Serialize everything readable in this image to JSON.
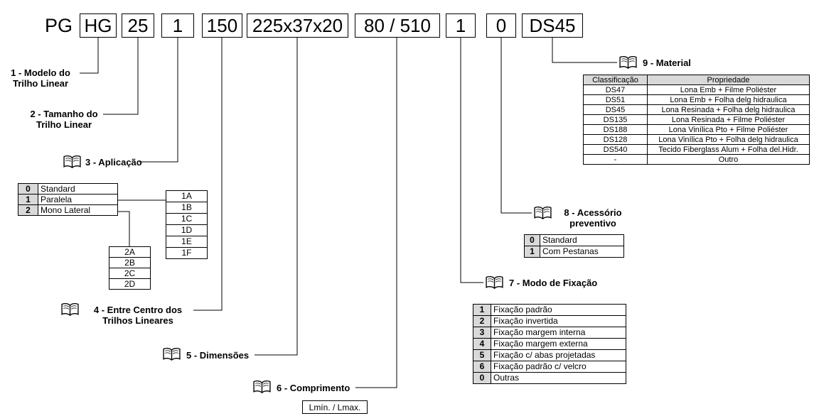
{
  "code": {
    "prefix": "PG",
    "segments": [
      "HG",
      "25",
      "1",
      "150",
      "225x37x20",
      "80 / 510",
      "1",
      "0",
      "DS45"
    ]
  },
  "labels": {
    "modelo": {
      "line1": "1 - Modelo do",
      "line2": "Trilho Linear"
    },
    "tamanho": {
      "line1": "2 - Tamanho do",
      "line2": "Trilho Linear"
    },
    "aplicacao": "3 - Aplicação",
    "entre_centro": {
      "line1": "4 - Entre Centro dos",
      "line2": "Trilhos Lineares"
    },
    "dimensoes": "5 - Dimensões",
    "comprimento": "6 - Comprimento",
    "modo_fixacao": "7 - Modo de Fixação",
    "acessorio": {
      "line1": "8 - Acessório",
      "line2": "preventivo"
    },
    "material": "9 - Material"
  },
  "tables": {
    "aplicacao": [
      {
        "code": "0",
        "label": "Standard"
      },
      {
        "code": "1",
        "label": "Paralela"
      },
      {
        "code": "2",
        "label": "Mono Lateral"
      }
    ],
    "paralela_options": [
      "1A",
      "1B",
      "1C",
      "1D",
      "1E",
      "1F"
    ],
    "mono_lateral_options": [
      "2A",
      "2B",
      "2C",
      "2D"
    ],
    "acessorio": [
      {
        "code": "0",
        "label": "Standard"
      },
      {
        "code": "1",
        "label": "Com Pestanas"
      }
    ],
    "fixacao": [
      {
        "code": "1",
        "label": "Fixação padrão"
      },
      {
        "code": "2",
        "label": "Fixação invertida"
      },
      {
        "code": "3",
        "label": "Fixação margem interna"
      },
      {
        "code": "4",
        "label": "Fixação margem externa"
      },
      {
        "code": "5",
        "label": "Fixação c/ abas projetadas"
      },
      {
        "code": "6",
        "label": "Fixação padrão c/ velcro"
      },
      {
        "code": "0",
        "label": "Outras"
      }
    ],
    "material": {
      "headers": [
        "Classificação",
        "Propriedade"
      ],
      "rows": [
        [
          "DS47",
          "Lona Emb + Filme Poliéster"
        ],
        [
          "DS51",
          "Lona Emb + Folha delg hidraulica"
        ],
        [
          "DS45",
          "Lona Resinada + Folha delg hidraulica"
        ],
        [
          "DS135",
          "Lona Resinada + Filme Poliéster"
        ],
        [
          "DS188",
          "Lona Vinílica Pto + Filme Poliéster"
        ],
        [
          "DS128",
          "Lona Vinílica Pto + Folha delg hidraulica"
        ],
        [
          "DS540",
          "Tecido Fiberglass Alum + Folha del.Hidr."
        ],
        [
          "-",
          "Outro"
        ]
      ]
    }
  },
  "notes": {
    "comprimento_range": "Lmín. / Lmax."
  },
  "colors": {
    "table_header_bg": "#d9d9d9",
    "line_color": "#000000",
    "background": "#ffffff"
  }
}
